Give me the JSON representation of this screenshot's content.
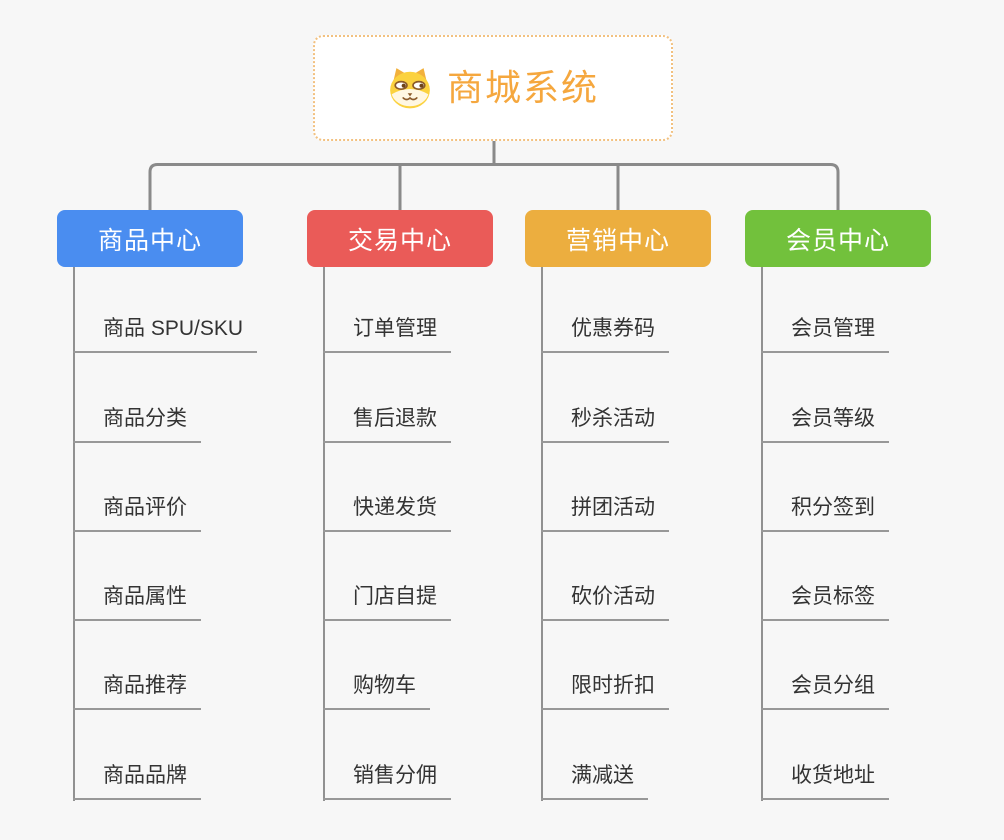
{
  "root": {
    "title": "商城系统",
    "icon": "dog-face-icon",
    "accent_color": "#f5a73e",
    "border_color": "#f2c180"
  },
  "connector_color": "#8a8a8a",
  "leaf_text_color": "#333333",
  "branches": [
    {
      "label": "商品中心",
      "color": "#4a8df0",
      "children": [
        "商品 SPU/SKU",
        "商品分类",
        "商品评价",
        "商品属性",
        "商品推荐",
        "商品品牌"
      ]
    },
    {
      "label": "交易中心",
      "color": "#ea5b58",
      "children": [
        "订单管理",
        "售后退款",
        "快递发货",
        "门店自提",
        "购物车",
        "销售分佣"
      ]
    },
    {
      "label": "营销中心",
      "color": "#ecae3f",
      "children": [
        "优惠券码",
        "秒杀活动",
        "拼团活动",
        "砍价活动",
        "限时折扣",
        "满减送"
      ]
    },
    {
      "label": "会员中心",
      "color": "#72c13c",
      "children": [
        "会员管理",
        "会员等级",
        "积分签到",
        "会员标签",
        "会员分组",
        "收货地址"
      ]
    }
  ]
}
